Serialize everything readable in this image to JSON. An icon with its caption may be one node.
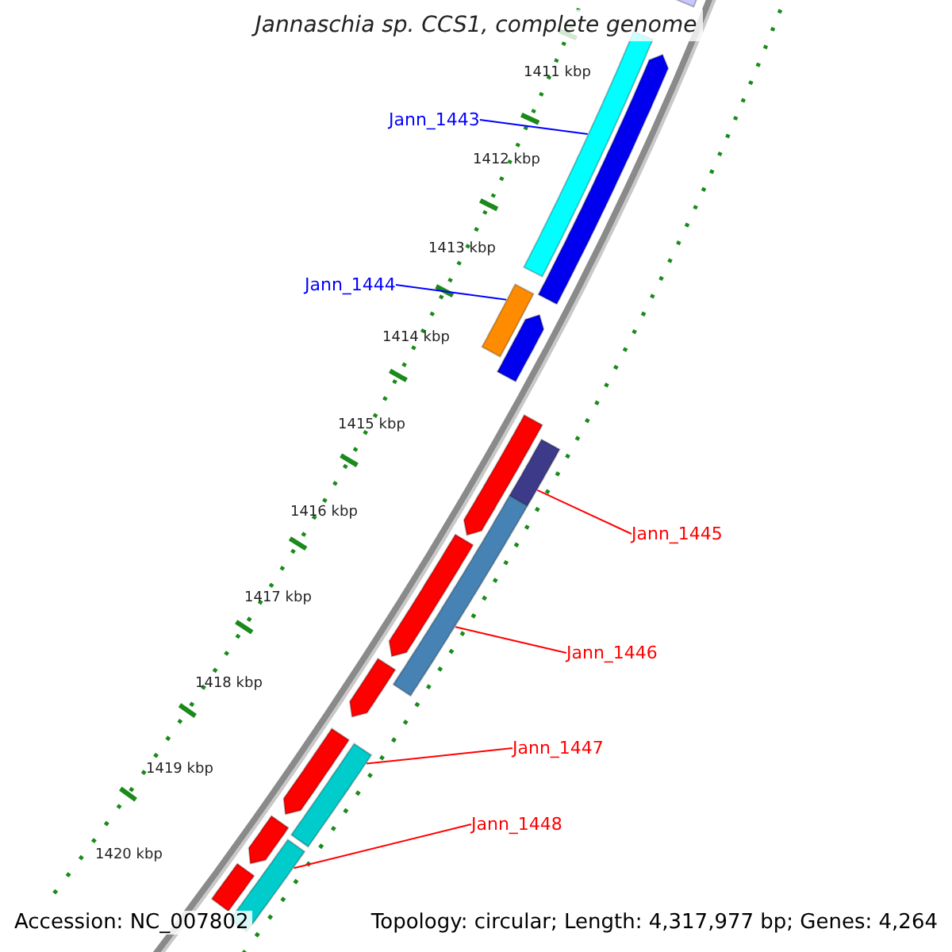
{
  "diagram": {
    "title": "Jannaschia sp. CCS1, complete genome",
    "nodes": [
      {
        "text": [
          "Jann_1443"
        ]
      },
      {
        "text": [],
        "shape": "bar"
      },
      {
        "text": [],
        "shape": "bar"
      },
      {
        "text": [],
        "shape": "arrow"
      },
      {
        "text": [
          "Jann_1444"
        ]
      },
      {
        "text": [],
        "shape": "bar"
      },
      {
        "text": [],
        "shape": "arrow"
      },
      {
        "text": [
          "Jann_1445"
        ]
      },
      {
        "text": [],
        "shape": "arrow"
      },
      {
        "text": [],
        "shape": "bar"
      },
      {
        "text": [
          "Jann_1446"
        ]
      },
      {
        "text": [],
        "shape": "arrow"
      },
      {
        "text": [],
        "shape": "bar"
      },
      {
        "text": [],
        "shape": "arrow"
      },
      {
        "text": [
          "Jann_1447"
        ]
      },
      {
        "text": [],
        "shape": "arrow"
      },
      {
        "text": [],
        "shape": "bar"
      },
      {
        "text": [
          "Jann_1448"
        ]
      },
      {
        "text": [],
        "shape": "arrow"
      },
      {
        "text": [],
        "shape": "bar"
      },
      {
        "text": [],
        "shape": "bar"
      }
    ],
    "edges": [
      {
        "from": 0,
        "to": 2,
        "arrow": "none",
        "color": "#0000ff"
      },
      {
        "from": 4,
        "to": 5,
        "arrow": "none",
        "color": "#0000ff"
      },
      {
        "from": 7,
        "to": 9,
        "arrow": "none"
      },
      {
        "from": 10,
        "to": 12,
        "arrow": "none"
      },
      {
        "from": 14,
        "to": 16,
        "arrow": "none"
      },
      {
        "from": 17,
        "to": 19,
        "arrow": "none"
      }
    ],
    "labels": [
      "1411 kbp",
      "1412 kbp",
      "1413 kbp",
      "1414 kbp",
      "1415 kbp",
      "1416 kbp",
      "1417 kbp",
      "1418 kbp",
      "1419 kbp",
      "1420 kbp",
      "Accession: NC_007802",
      "Topology: circular; Length: 4,317,977 bp; Genes: 4,264"
    ]
  }
}
